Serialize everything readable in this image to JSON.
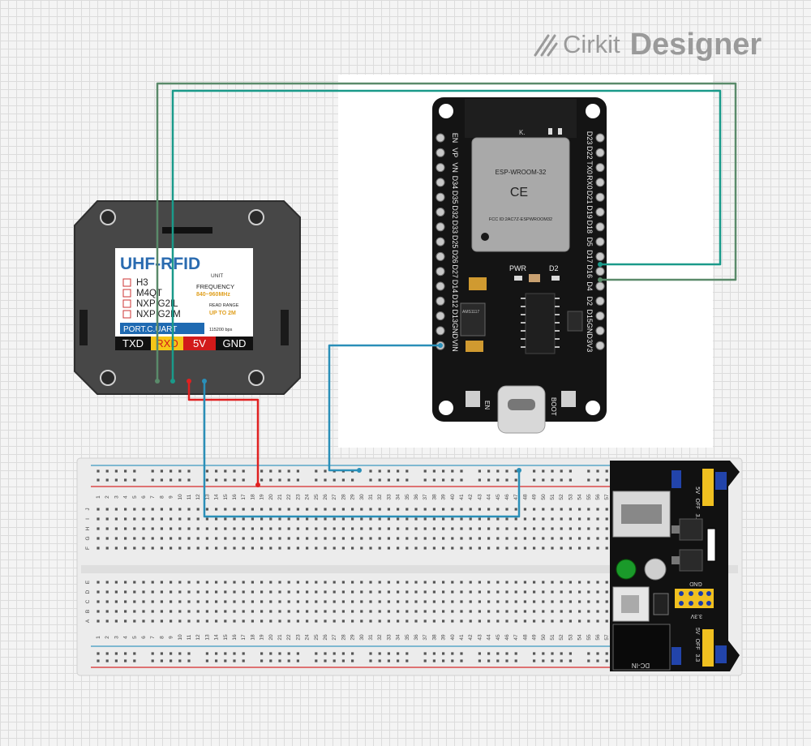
{
  "app": {
    "brand": "Cirkit",
    "product": "Designer"
  },
  "rfid": {
    "title": "UHF-RFID",
    "subtitle": "UNIT",
    "protocols": [
      "H3",
      "M4QT",
      "NXP G2IL",
      "NXP G2IM"
    ],
    "frequency_label": "FREQUENCY",
    "frequency_value": "840~960MHz",
    "range_label": "READ RANGE",
    "range_value": "UP TO 2M",
    "port_label": "PORT.C.UART",
    "baud": "115200 bps",
    "pins": [
      "TXD",
      "RXD",
      "5V",
      "GND"
    ]
  },
  "esp32": {
    "module_name": "ESP-WROOM-32",
    "ce_mark": "CE",
    "fcc_id": "FCC ID:2AC7Z-ESPWROOM32",
    "antenna_mark": "K.",
    "pwr_label": "PWR",
    "d2_label": "D2",
    "chip_label": "AMS1117",
    "left_pins": [
      "EN",
      "VP",
      "VN",
      "D34",
      "D35",
      "D32",
      "D33",
      "D25",
      "D26",
      "D27",
      "D14",
      "D12",
      "D13",
      "GND",
      "VIN"
    ],
    "right_pins": [
      "D23",
      "D22",
      "TX0",
      "RX0",
      "D21",
      "D19",
      "D18",
      "D5",
      "D17",
      "D16",
      "D4",
      "D2",
      "D15",
      "GND",
      "3V3"
    ],
    "button_en": "EN",
    "button_boot": "BOOT"
  },
  "breadboard": {
    "column_count": 60,
    "rows_top": [
      "J",
      "I",
      "H",
      "G",
      "F"
    ],
    "rows_bottom": [
      "E",
      "D",
      "C",
      "B",
      "A"
    ]
  },
  "power_module": {
    "top_jumper": [
      "5V",
      "OFF",
      "3.3"
    ],
    "bottom_jumper": [
      "5V",
      "OFF",
      "3.3"
    ],
    "gnd_label": "GND",
    "v33_label": "3.3V",
    "dc_label": "DC-IN"
  },
  "colors": {
    "wire_gray_green": "#5a8a6a",
    "wire_teal": "#1a9a8a",
    "wire_red": "#e02020",
    "wire_blue": "#2a8fb8",
    "board_dark": "#1a1a1a",
    "rfid_shell": "#4a4a4a",
    "breadboard": "#ececec"
  }
}
